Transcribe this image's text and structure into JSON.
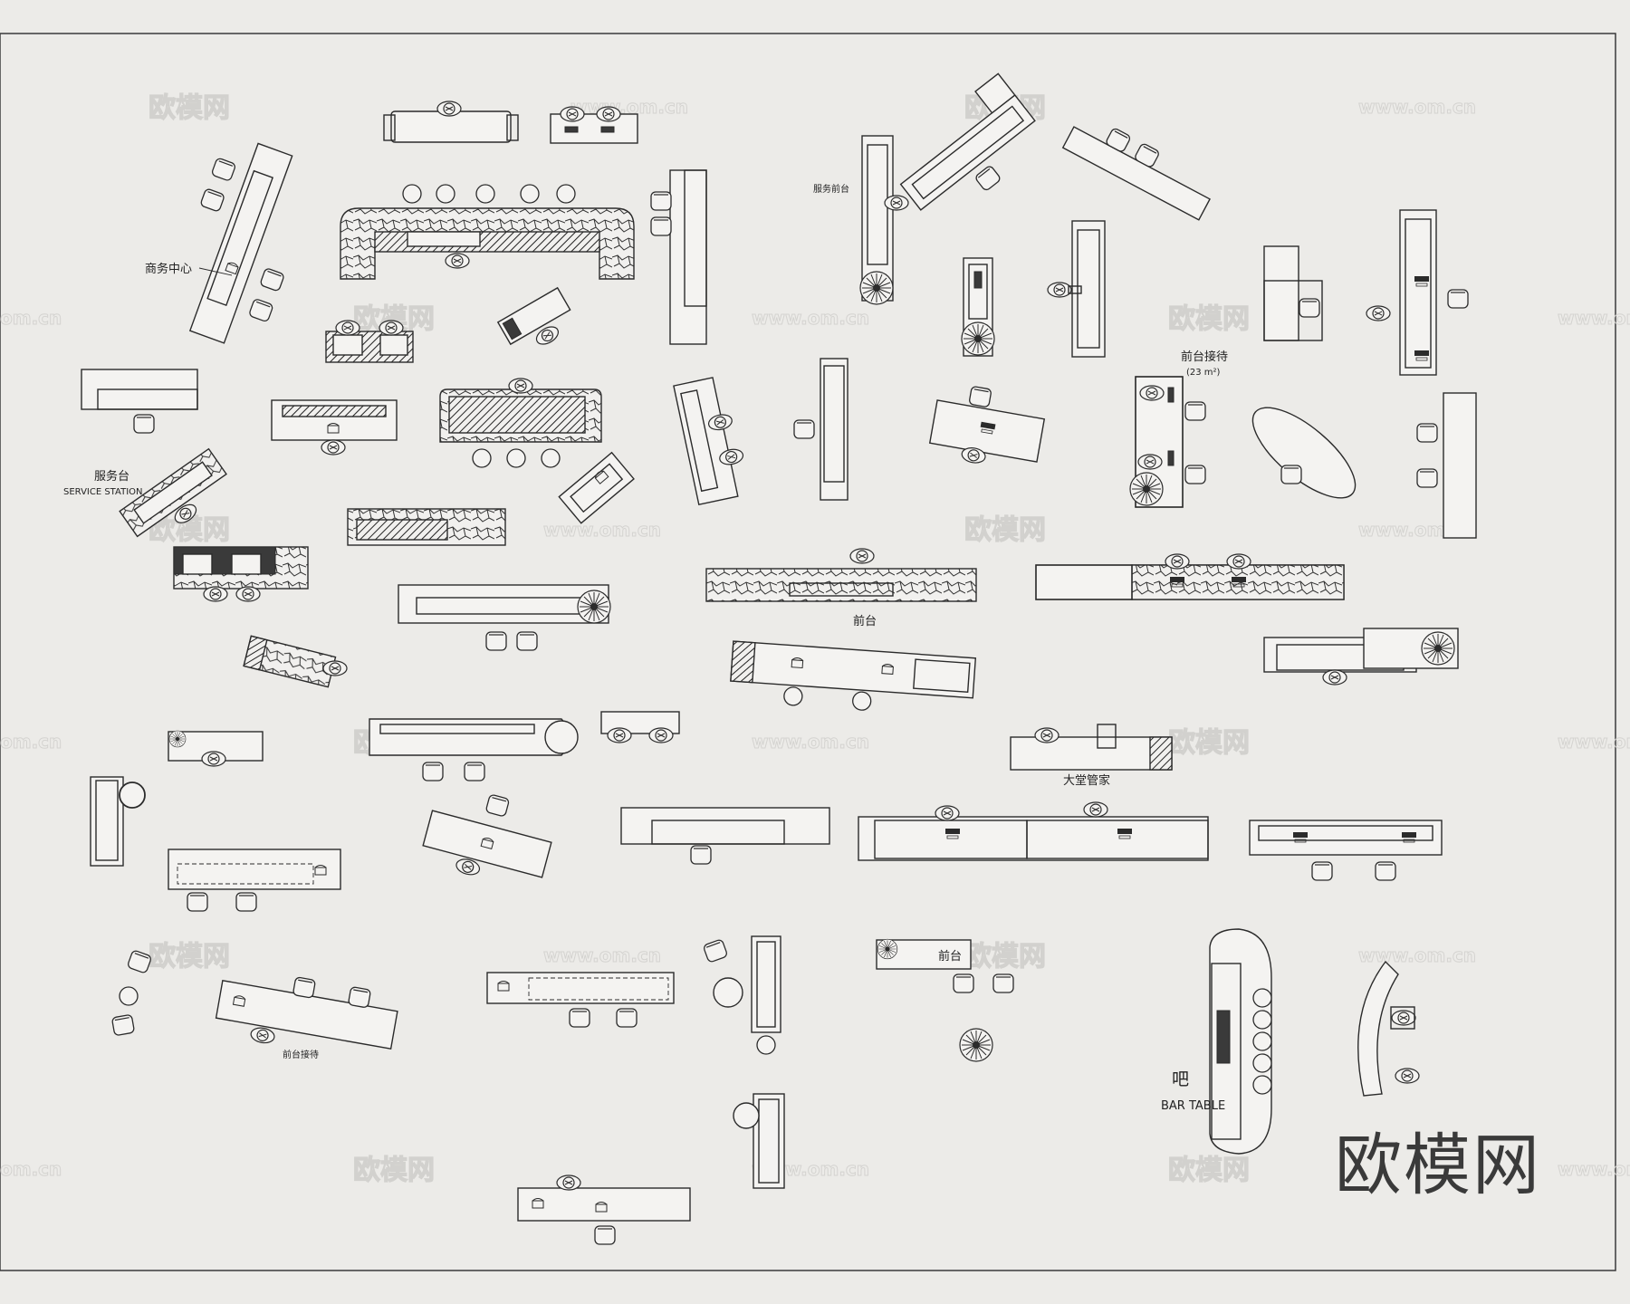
{
  "labels": {
    "business_center": "商务中心",
    "service_front_desk": "服务前台",
    "service_station_cn": "服务台",
    "service_station_en": "SERVICE STATION",
    "reception_cn": "前台接待",
    "reception_area": "(23 m²)",
    "front_desk_center": "前台",
    "lobby_manager": "大堂管家",
    "front_desk_small": "前台",
    "front_reception_bottom": "前台接待",
    "bar_cn": "吧",
    "bar_en": "BAR TABLE"
  },
  "watermark": {
    "brand": "欧模网",
    "url": "www.om.cn",
    "url_edge": "om.cn",
    "corner_logo": "欧模网"
  },
  "colors": {
    "background": "#ecebe8",
    "line": "#2b2b2b",
    "watermark": "#d2d1ce"
  },
  "icons": [
    "chair-icon",
    "stool-icon",
    "person-icon",
    "plant-icon",
    "computer-icon",
    "phone-icon"
  ]
}
